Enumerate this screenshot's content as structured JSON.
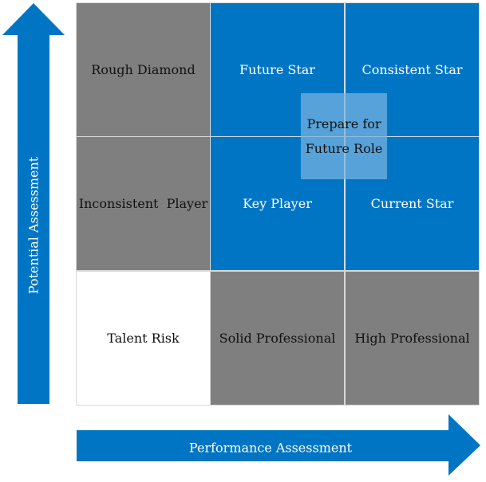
{
  "matrix": {
    "cells": [
      {
        "label": "Rough Diamond",
        "tone": "gray"
      },
      {
        "label": "Future Star",
        "tone": "blue"
      },
      {
        "label": "Consistent Star",
        "tone": "blue"
      },
      {
        "label": "Inconsistent  Player",
        "tone": "gray"
      },
      {
        "label": "Key Player",
        "tone": "blue"
      },
      {
        "label": "Current Star",
        "tone": "blue"
      },
      {
        "label": "Talent Risk",
        "tone": "white"
      },
      {
        "label": "Solid Professional",
        "tone": "gray"
      },
      {
        "label": "High Professional",
        "tone": "gray"
      }
    ],
    "overlay": {
      "line1": "Prepare for",
      "line2": "Future Role"
    }
  },
  "axes": {
    "vertical_label": "Potential Assessment",
    "horizontal_label": "Performance Assessment"
  },
  "colors": {
    "blue": "#0075c4",
    "gray": "#7f7f7f",
    "white": "#ffffff",
    "overlay": "#78b4e1"
  }
}
